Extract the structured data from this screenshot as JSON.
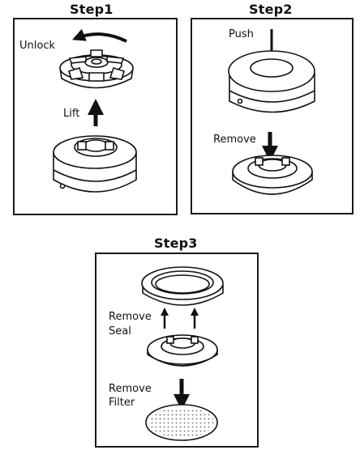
{
  "steps": [
    {
      "title": "Step1",
      "labels": {
        "unlock": "Unlock",
        "lift": "Lift"
      }
    },
    {
      "title": "Step2",
      "labels": {
        "push": "Push",
        "remove": "Remove"
      }
    },
    {
      "title": "Step3",
      "labels": {
        "remove_seal_1": "Remove",
        "remove_seal_2": "Seal",
        "remove_filter_1": "Remove",
        "remove_filter_2": "Filter"
      }
    }
  ]
}
